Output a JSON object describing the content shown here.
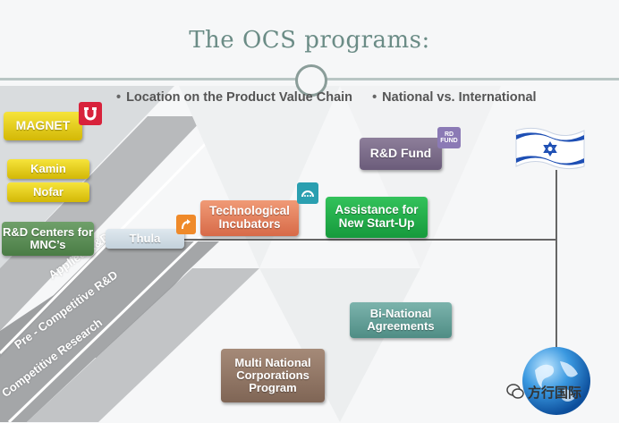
{
  "title": "The OCS programs:",
  "bullets": [
    "Location on the Product Value Chain",
    "National vs. International"
  ],
  "programs": {
    "magnet": "MAGNET",
    "kamin": "Kamin",
    "nofar": "Nofar",
    "rd_centers": "R&D Centers for MNC’s",
    "thula": "Thula",
    "tech_incubators": "Technological Incubators",
    "assistance": "Assistance for New Start-Up",
    "rd_fund": "R&D Fund",
    "bi_national": "Bi-National Agreements",
    "multi_national": "Multi National Corporations Program"
  },
  "icons": {
    "rd_fund_badge": "RD FUND"
  },
  "bands": {
    "applied": "Applied R&D",
    "pre_competitive": "Pre - Competitive R&D",
    "competitive": "Competitive Research"
  },
  "watermark": "方行国际",
  "colors": {
    "title": "#6b8c86",
    "magnet": "#e2c816",
    "green_dark": "#4a7c45",
    "green_bright": "#169a3c",
    "orange": "#d76a48",
    "mauve": "#6b5c7a",
    "teal": "#4f8d85",
    "brown": "#7f6555"
  }
}
